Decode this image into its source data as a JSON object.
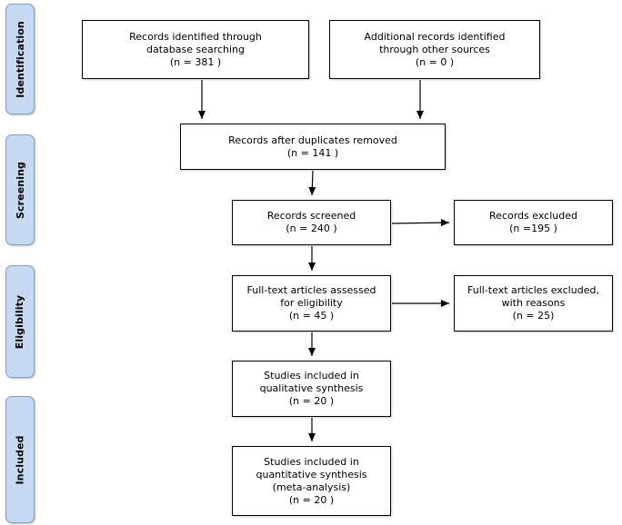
{
  "phases": {
    "identification": "Identification",
    "screening": "Screening",
    "eligibility": "Eligibility",
    "included": "Included"
  },
  "boxes": {
    "database_search": {
      "lines": [
        "Records identified through",
        "database searching",
        "(n = 381  )"
      ]
    },
    "other_sources": {
      "lines": [
        "Additional records identified",
        "through other sources",
        "(n =  0 )"
      ]
    },
    "after_duplicates": {
      "lines": [
        "Records after duplicates removed",
        "(n = 141 )"
      ]
    },
    "screened": {
      "lines": [
        "Records screened",
        "(n = 240  )"
      ]
    },
    "excluded": {
      "lines": [
        "Records excluded",
        "(n =195  )"
      ]
    },
    "full_text_assessed": {
      "lines": [
        "Full-text articles assessed",
        "for eligibility",
        "(n = 45 )"
      ]
    },
    "full_text_excluded": {
      "lines": [
        "Full-text articles excluded,",
        "with reasons",
        "(n = 25)"
      ]
    },
    "qualitative": {
      "lines": [
        "Studies included in",
        "qualitative synthesis",
        "(n = 20  )"
      ]
    },
    "quantitative": {
      "lines": [
        "Studies included in",
        "quantitative synthesis",
        "(meta-analysis)",
        "(n =  20 )"
      ]
    }
  }
}
